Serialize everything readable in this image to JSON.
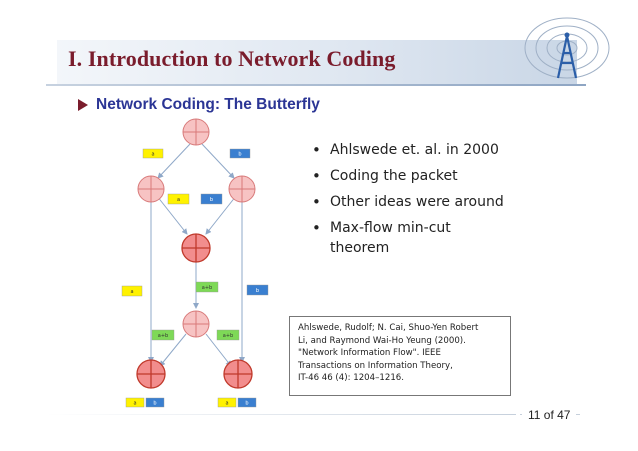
{
  "slide": {
    "title": "I. Introduction to Network Coding",
    "subtitle": "Network Coding: The Butterfly",
    "bullets": [
      "Ahlswede et. al. in 2000",
      "Coding the packet",
      "Other ideas were around",
      "Max-flow min-cut theorem"
    ],
    "reference": {
      "line1": "Ahlswede, Rudolf; N. Cai, Shuo-Yen Robert",
      "line2": "Li, and Raymond Wai-Ho Yeung (2000).",
      "line3": "\"Network Information Flow\". IEEE",
      "line4": "Transactions on Information Theory,",
      "line5": "IT-46 46 (4): 1204–1216."
    },
    "page_number": "11 of 47"
  },
  "diagram": {
    "labels": {
      "a": "a",
      "b": "b",
      "ab": "a+b"
    },
    "colors": {
      "node_fill": "#f5b7b7",
      "node_stroke": "#d66a6a",
      "label_a": "#fff200",
      "label_b": "#3a7fd0",
      "label_ab": "#7ed957",
      "edge": "#8fa8c8"
    }
  },
  "colors": {
    "title": "#7a1c2c",
    "subtitle": "#2b3595"
  }
}
